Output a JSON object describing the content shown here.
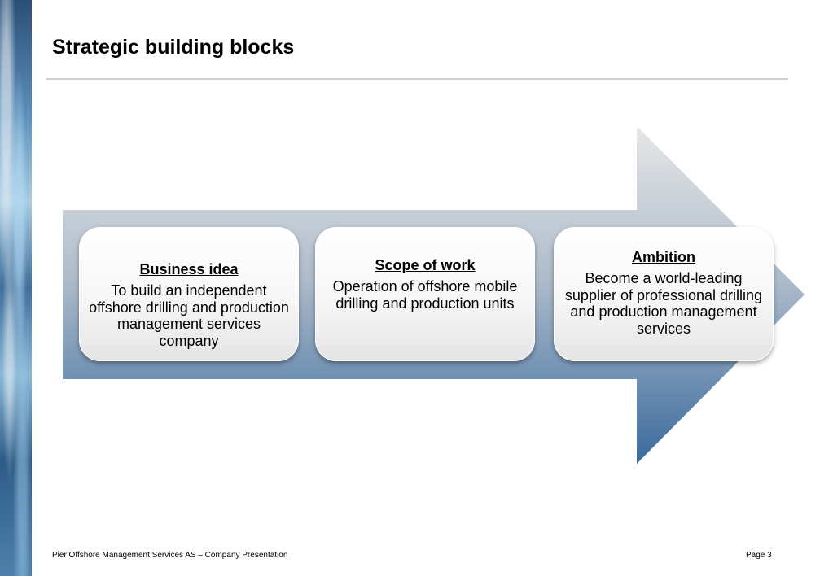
{
  "slide": {
    "title": "Strategic building blocks"
  },
  "blocks": [
    {
      "heading": "Business idea",
      "text": "To build an independent offshore drilling and production management services company"
    },
    {
      "heading": "Scope of work",
      "text": "Operation of offshore mobile drilling and production units"
    },
    {
      "heading": "Ambition",
      "text": "Become a world-leading supplier of professional drilling and production management services"
    }
  ],
  "footer": {
    "company": "Pier Offshore Management Services AS – Company Presentation",
    "page": "Page 3"
  },
  "colors": {
    "arrow_top": "#d4d4d6",
    "arrow_bottom": "#3d6d9f"
  }
}
